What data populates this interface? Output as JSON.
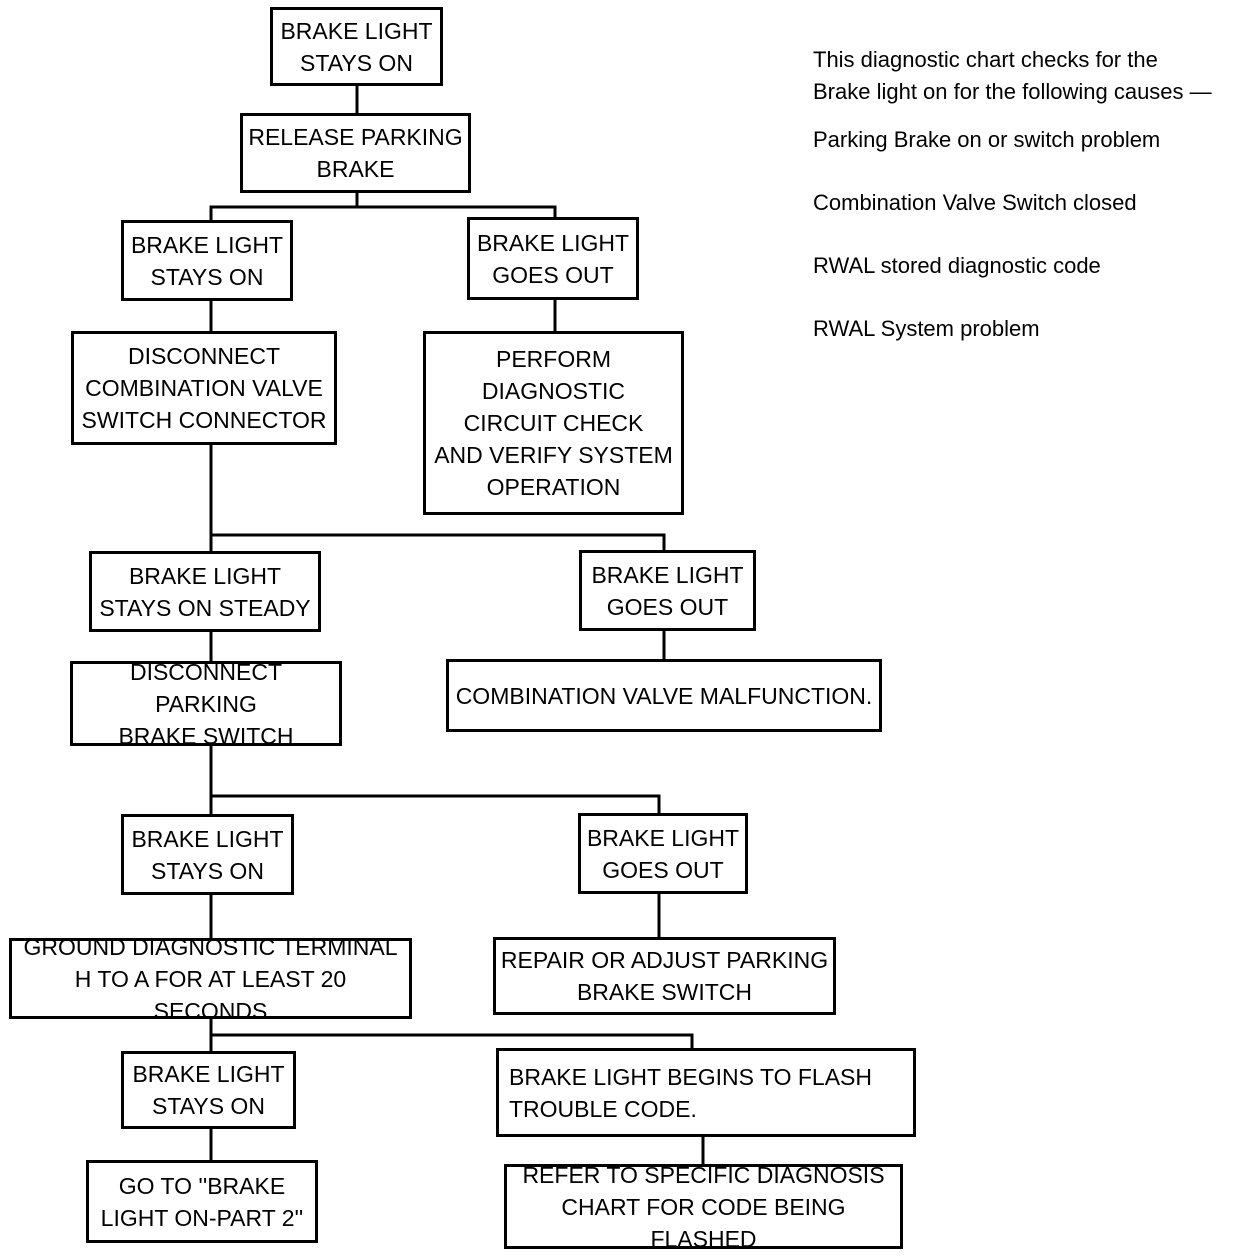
{
  "flowchart": {
    "nodes": {
      "start": "BRAKE LIGHT\nSTAYS ON",
      "release_parking_brake": "RELEASE PARKING\nBRAKE",
      "stays_on_1": "BRAKE LIGHT\nSTAYS ON",
      "goes_out_1": "BRAKE LIGHT\nGOES OUT",
      "disconnect_combination": "DISCONNECT\nCOMBINATION VALVE\nSWITCH CONNECTOR",
      "perform_diagnostic": "PERFORM\nDIAGNOSTIC\nCIRCUIT CHECK\nAND VERIFY SYSTEM\nOPERATION",
      "stays_on_steady": "BRAKE LIGHT\nSTAYS ON STEADY",
      "goes_out_2": "BRAKE LIGHT\nGOES OUT",
      "disconnect_parking_switch": "DISCONNECT PARKING\nBRAKE SWITCH",
      "combination_valve_malfunction": "COMBINATION VALVE MALFUNCTION.",
      "stays_on_2": "BRAKE LIGHT\nSTAYS ON",
      "goes_out_3": "BRAKE LIGHT\nGOES OUT",
      "ground_terminal": "GROUND DIAGNOSTIC TERMINAL\nH TO A FOR AT LEAST 20 SECONDS",
      "repair_parking_switch": "REPAIR OR ADJUST PARKING\nBRAKE SWITCH",
      "stays_on_3": "BRAKE LIGHT\nSTAYS ON",
      "begins_to_flash": "  BRAKE LIGHT BEGINS TO FLASH\nTROUBLE CODE.",
      "go_to_part2": "GO TO ''BRAKE\nLIGHT ON-PART 2''",
      "refer_to_chart": "REFER TO SPECIFIC DIAGNOSIS\nCHART FOR CODE BEING FLASHED"
    }
  },
  "notes": {
    "intro": "This diagnostic chart checks for the\nBrake light on for the following causes —",
    "causes": [
      "Parking Brake on or switch problem",
      "Combination Valve Switch closed",
      "RWAL stored diagnostic code",
      "RWAL System problem"
    ]
  },
  "colors": {
    "ink": "#000000",
    "paper": "#ffffff"
  }
}
